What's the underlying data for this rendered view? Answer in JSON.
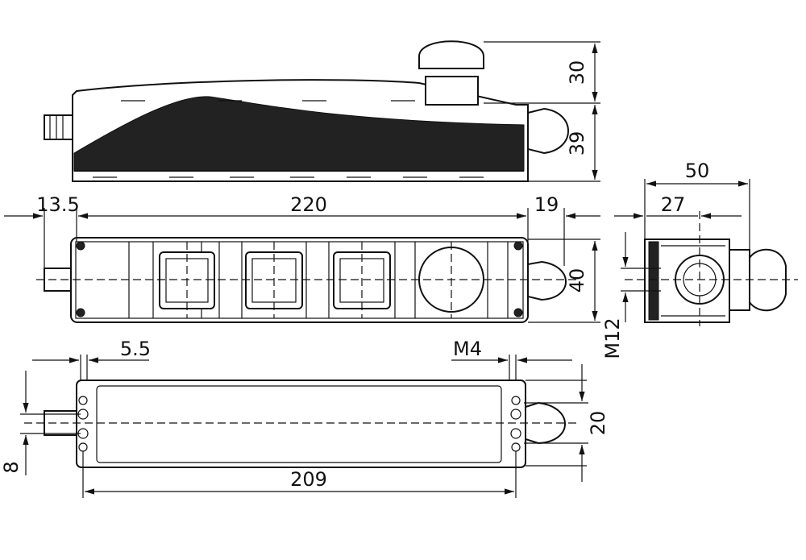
{
  "dimensions": {
    "button_height": "30",
    "body_height": "39",
    "left_offset": "13.5",
    "length": "220",
    "right_offset": "19",
    "total_depth": "50",
    "center_depth": "27",
    "width": "40",
    "connector_thread": "M12",
    "hole_offset": "5.5",
    "screw_thread": "M4",
    "hole_spacing": "20",
    "hole_edge": "8",
    "mount_length": "209"
  },
  "colors": {
    "line": "#111111",
    "background": "#ffffff"
  }
}
